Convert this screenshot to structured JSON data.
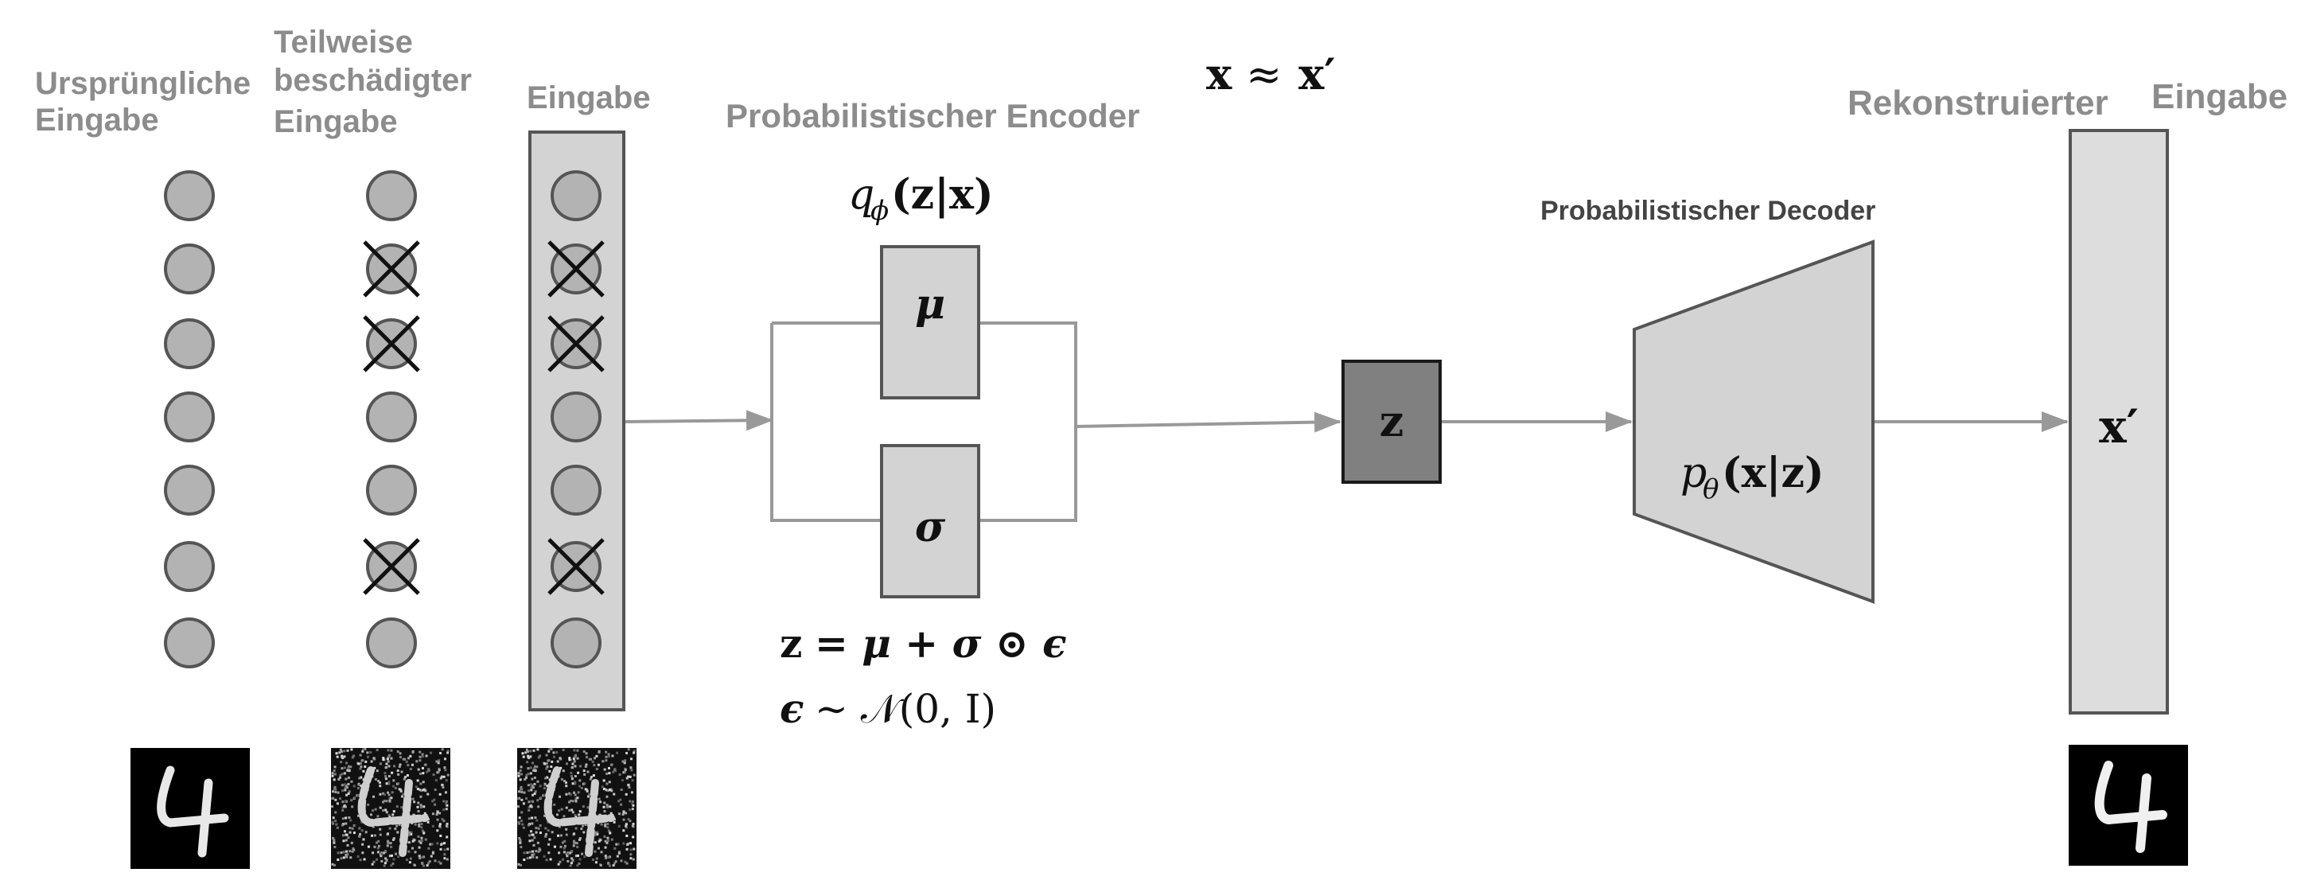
{
  "labels": {
    "original_input": [
      "Ursprüngliche",
      "Eingabe"
    ],
    "corrupted_input": [
      "Teilweise",
      "beschädigter",
      "Eingabe"
    ],
    "input": "Eingabe",
    "encoder_title": "Probabilistischer Encoder",
    "decoder_title": "Probabilistischer Decoder",
    "reconstructed": "Rekonstruierter",
    "reconstructed_input": "Eingabe"
  },
  "math": {
    "approx_x": "x",
    "approx_sign": "≈",
    "approx_xprime": "x′",
    "encoder_q": "q",
    "encoder_q_sub": "ϕ",
    "encoder_q_args": "(z|x)",
    "mu": "μ",
    "sigma": "σ",
    "z_node": "z",
    "decoder_p": "p",
    "decoder_p_sub": "θ",
    "decoder_p_args": "(x|z)",
    "xprime_node": "x′",
    "reparam_lhs": "z",
    "reparam_rhs": "= μ + σ ⊙ ϵ",
    "noise_lhs": "ϵ",
    "noise_rhs": "∼ 𝒩(0, I)"
  },
  "digit_label": "4",
  "masks": {
    "original": [
      false,
      false,
      false,
      false,
      false,
      false,
      false
    ],
    "corrupted": [
      false,
      true,
      true,
      false,
      false,
      true,
      false
    ],
    "input": [
      false,
      true,
      true,
      false,
      false,
      true,
      false
    ]
  },
  "colors": {
    "label_gray": "#8c8c8c",
    "node_fill": "#b3b3b3",
    "box_fill": "#d3d3d3",
    "z_fill": "#808080",
    "arrow": "#999999",
    "outline": "#555555"
  }
}
